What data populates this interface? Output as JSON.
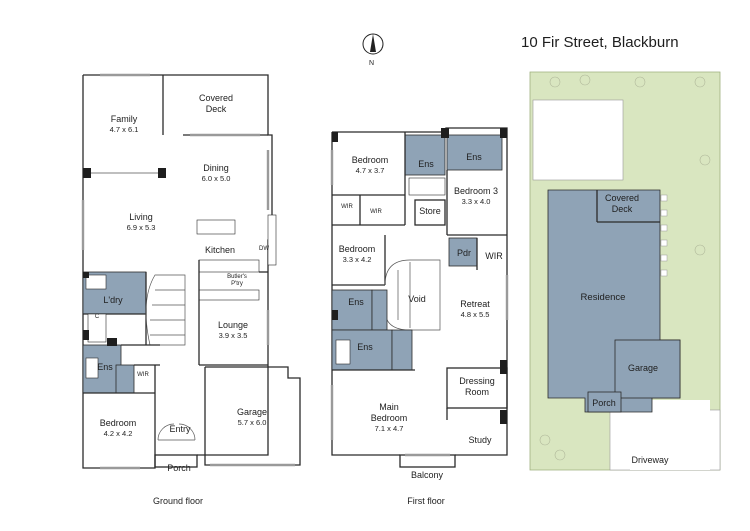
{
  "header": {
    "address": "10 Fir Street, Blackburn",
    "north_label": "N"
  },
  "ground_floor": {
    "caption": "Ground floor",
    "rooms": [
      {
        "name": "Covered\nDeck",
        "dim": ""
      },
      {
        "name": "Family",
        "dim": "4.7 x 6.1"
      },
      {
        "name": "Dining",
        "dim": "6.0 x 5.0"
      },
      {
        "name": "Living",
        "dim": "6.9 x 5.3"
      },
      {
        "name": "Kitchen",
        "dim": ""
      },
      {
        "name": "Butler's\nP'try",
        "dim": ""
      },
      {
        "name": "L'dry",
        "dim": ""
      },
      {
        "name": "C",
        "dim": ""
      },
      {
        "name": "Lounge",
        "dim": "3.9 x 3.5"
      },
      {
        "name": "Ens",
        "dim": ""
      },
      {
        "name": "WIR",
        "dim": ""
      },
      {
        "name": "Bedroom",
        "dim": "4.2 x 4.2"
      },
      {
        "name": "Entry",
        "dim": ""
      },
      {
        "name": "Garage",
        "dim": "5.7 x 6.0"
      },
      {
        "name": "Porch",
        "dim": ""
      },
      {
        "name": "DW",
        "dim": ""
      }
    ]
  },
  "first_floor": {
    "caption": "First floor",
    "rooms": [
      {
        "name": "Bedroom",
        "dim": "4.7 x 3.7"
      },
      {
        "name": "Ens",
        "dim": ""
      },
      {
        "name": "Ens",
        "dim": ""
      },
      {
        "name": "Bedroom 3",
        "dim": "3.3 x 4.0"
      },
      {
        "name": "WIR",
        "dim": ""
      },
      {
        "name": "WIR",
        "dim": ""
      },
      {
        "name": "Store",
        "dim": ""
      },
      {
        "name": "Bedroom",
        "dim": "3.3 x 4.2"
      },
      {
        "name": "Pdr",
        "dim": ""
      },
      {
        "name": "WIR",
        "dim": ""
      },
      {
        "name": "Void",
        "dim": ""
      },
      {
        "name": "Retreat",
        "dim": "4.8 x 5.5"
      },
      {
        "name": "Ens",
        "dim": ""
      },
      {
        "name": "Ens",
        "dim": ""
      },
      {
        "name": "Dressing\nRoom",
        "dim": ""
      },
      {
        "name": "Main\nBedroom",
        "dim": "7.1 x 4.7"
      },
      {
        "name": "Study",
        "dim": ""
      },
      {
        "name": "Balcony",
        "dim": ""
      }
    ]
  },
  "site_plan": {
    "labels": [
      "Covered\nDeck",
      "Residence",
      "Garage",
      "Porch",
      "Driveway"
    ],
    "colors": {
      "lawn": "#d9e6c0",
      "building": "#8fa3b6",
      "wet": "#8fa3b6"
    }
  }
}
